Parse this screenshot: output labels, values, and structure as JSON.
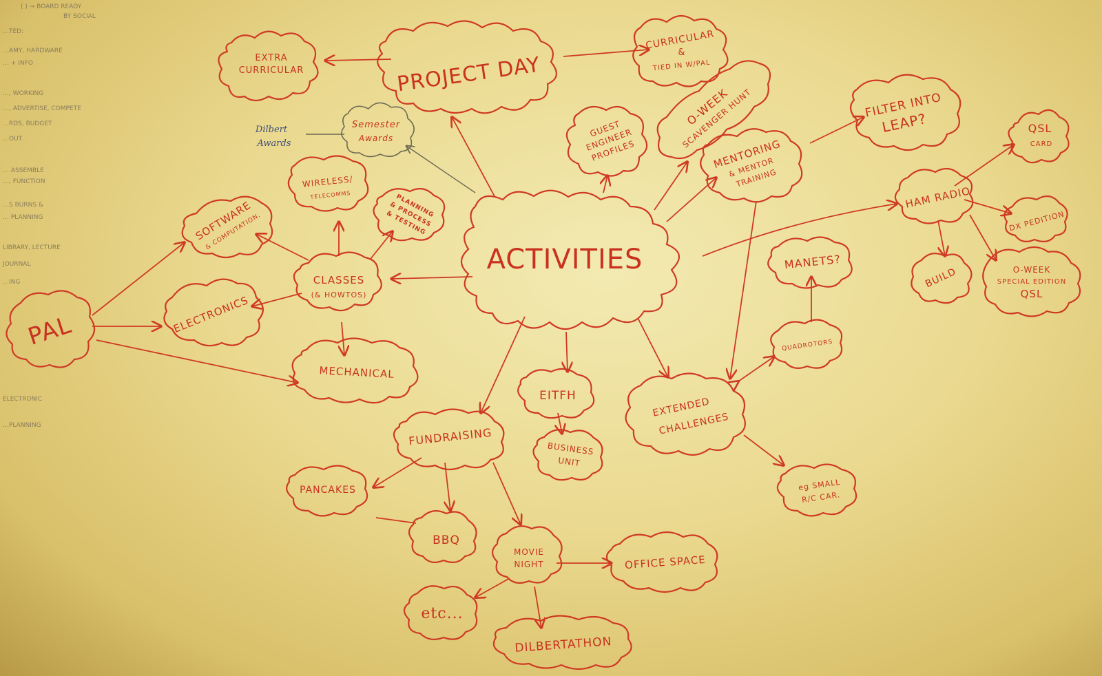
{
  "colors": {
    "marker": "#cf3a24",
    "pencil": "#6d6b52",
    "blue_ink": "#3d4d7a"
  },
  "nodes": {
    "activities": "ACTIVITIES",
    "project_day": "PROJECT DAY",
    "extra_curricular_1": "EXTRA",
    "extra_curricular_2": "CURRICULAR",
    "curricular_1": "CURRICULAR",
    "curricular_2": "&",
    "curricular_3": "TIED IN W/PAL",
    "semester_awards_1": "Semester",
    "semester_awards_2": "Awards",
    "dilbert_awards_1": "Dilbert",
    "dilbert_awards_2": "Awards",
    "guest_engineer_1": "GUEST",
    "guest_engineer_2": "ENGINEER",
    "guest_engineer_3": "PROFILES",
    "oweek_hunt_1": "O-WEEK",
    "oweek_hunt_2": "SCAVENGER HUNT",
    "mentoring_1": "MENTORING",
    "mentoring_2": "& MENTOR",
    "mentoring_3": "TRAINING",
    "filter_1": "FILTER INTO",
    "filter_2": "LEAP?",
    "qsl_card_1": "QSL",
    "qsl_card_2": "CARD",
    "ham_radio": "HAM RADIO",
    "dxpedition": "DX PEDITION",
    "build": "BUILD",
    "oweek_qsl_1": "O-WEEK",
    "oweek_qsl_2": "SPECIAL EDITION",
    "oweek_qsl_3": "QSL",
    "manets": "MANETS?",
    "quadrotors": "QUADROTORS",
    "extended_1": "EXTENDED",
    "extended_2": "CHALLENGES",
    "rc_car_1": "eg SMALL",
    "rc_car_2": "R/C CAR.",
    "eitfh": "EITFH",
    "business_1": "BUSINESS",
    "business_2": "UNIT",
    "fundraising": "FUNDRAISING",
    "pancakes": "PANCAKES",
    "bbq": "BBQ",
    "movie_1": "MOVIE",
    "movie_2": "NIGHT",
    "office_space": "OFFICE SPACE",
    "etc": "etc...",
    "dilbertathon": "DILBERTATHON",
    "classes_1": "CLASSES",
    "classes_2": "(& HOWTOS)",
    "wireless_1": "WIRELESS/",
    "wireless_2": "TELECOMMS",
    "planning_1": "PLANNING",
    "planning_2": "& PROCESS",
    "planning_3": "& TESTING",
    "software_1": "SOFTWARE",
    "software_2": "& COMPUTATION.",
    "electronics": "ELECTRONICS",
    "pal": "PAL",
    "mechanical": "MECHANICAL"
  },
  "faint_notes": [
    "( ) → BOARD READY",
    "BY SOCIAL",
    "…TED:",
    "…AMY, HARDWARE",
    "… + INFO",
    "…, WORKING",
    "…, ADVERTISE, COMPETE",
    "…RDS, BUDGET",
    "…OUT",
    "… ASSEMBLE",
    "…, FUNCTION",
    "…S BURNS &",
    "… PLANNING",
    "LIBRARY, LECTURE",
    "JOURNAL",
    "…ING",
    "ELECTRONIC",
    "…PLANNING"
  ]
}
